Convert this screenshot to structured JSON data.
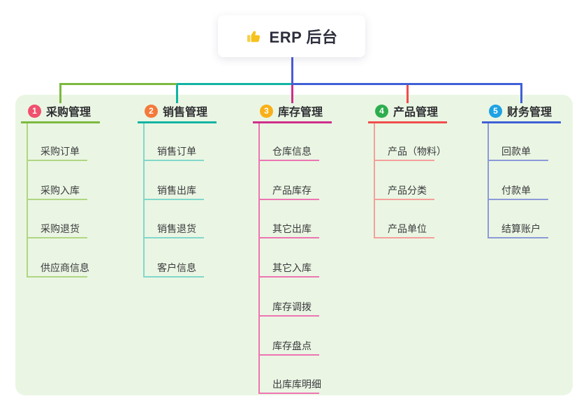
{
  "root": {
    "label": "ERP 后台",
    "icon": "thumbs-up"
  },
  "colors": {
    "panel_bg": "#eaf6e3",
    "root_line": "#4c5bd6",
    "trunk_left": "#7cb93f",
    "trunk_middle": "#10b3a3",
    "trunk_right": "#3f5fd6",
    "thumb_hand": "#f7c21d",
    "thumb_cuff": "#f6d14a"
  },
  "branches": [
    {
      "key": "purchase",
      "badge": "1",
      "label": "采购管理",
      "badge_color": "#f0506e",
      "line_color": "#7cb93f",
      "child_line_color": "#afd683",
      "children": [
        "采购订单",
        "采购入库",
        "采购退货",
        "供应商信息"
      ]
    },
    {
      "key": "sales",
      "badge": "2",
      "label": "销售管理",
      "badge_color": "#f37a3c",
      "line_color": "#10b3a3",
      "child_line_color": "#82d7cb",
      "children": [
        "销售订单",
        "销售出库",
        "销售退货",
        "客户信息"
      ]
    },
    {
      "key": "inventory",
      "badge": "3",
      "label": "库存管理",
      "badge_color": "#f9b018",
      "line_color": "#d02e8c",
      "child_line_color": "#ee74b3",
      "children": [
        "仓库信息",
        "产品库存",
        "其它出库",
        "其它入库",
        "库存调拨",
        "库存盘点",
        "出库库明细"
      ]
    },
    {
      "key": "product",
      "badge": "4",
      "label": "产品管理",
      "badge_color": "#2ead4e",
      "line_color": "#f04d4d",
      "child_line_color": "#f59f9c",
      "children": [
        "产品（物料）",
        "产品分类",
        "产品单位"
      ]
    },
    {
      "key": "finance",
      "badge": "5",
      "label": "财务管理",
      "badge_color": "#1ea2e4",
      "line_color": "#3f5fd6",
      "child_line_color": "#8b9ad9",
      "children": [
        "回款单",
        "付款单",
        "结算账户"
      ]
    }
  ]
}
